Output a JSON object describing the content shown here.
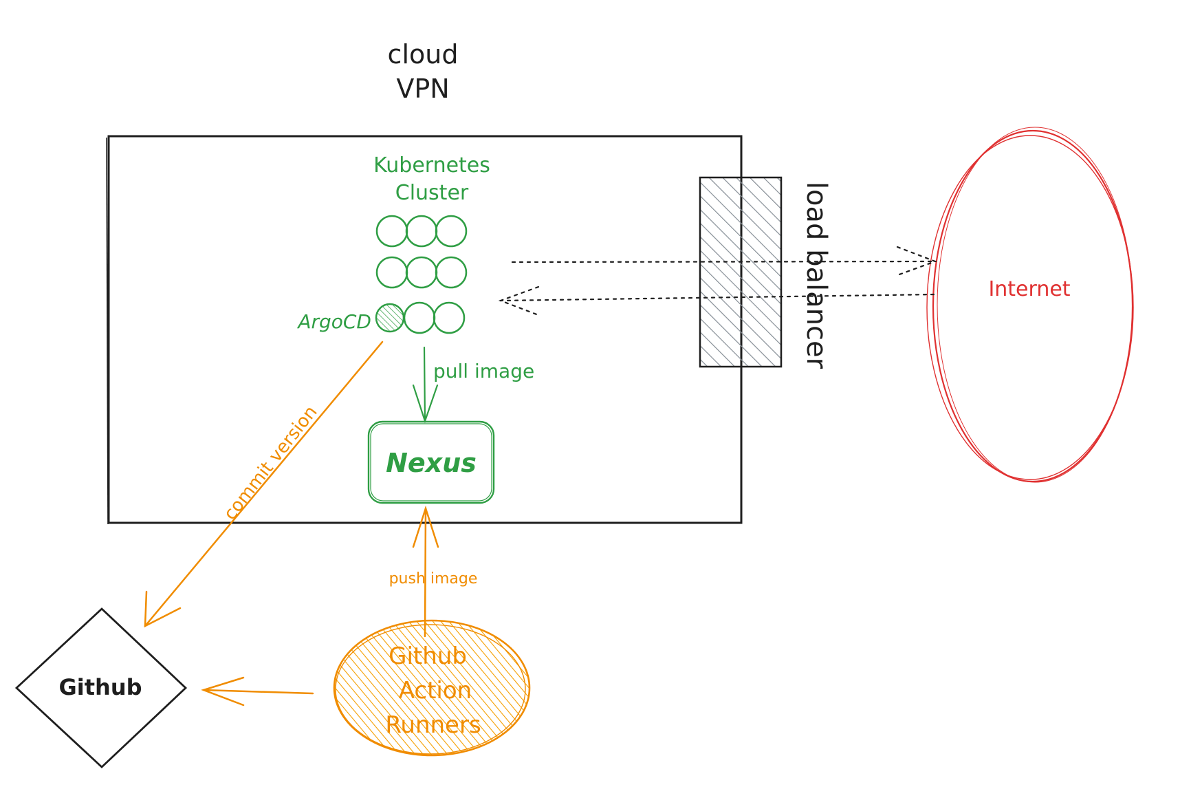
{
  "colors": {
    "ink": "#1e1e1e",
    "green": "#2f9e44",
    "orange": "#f08c00",
    "red": "#e03131",
    "lb_fill": "#868e96"
  },
  "vpn": {
    "title_line1": "cloud",
    "title_line2": "VPN"
  },
  "k8s": {
    "title_line1": "Kubernetes",
    "title_line2": "Cluster",
    "argocd_label": "ArgoCD"
  },
  "nexus": {
    "label": "Nexus"
  },
  "edges": {
    "pull_image": "pull image",
    "push_image": "push image",
    "commit_version": "commit version"
  },
  "load_balancer": {
    "label": "load balancer"
  },
  "internet": {
    "label": "Internet"
  },
  "github": {
    "label": "Github"
  },
  "runners": {
    "line1": "Github",
    "line2": "Action",
    "line3": "Runners"
  }
}
